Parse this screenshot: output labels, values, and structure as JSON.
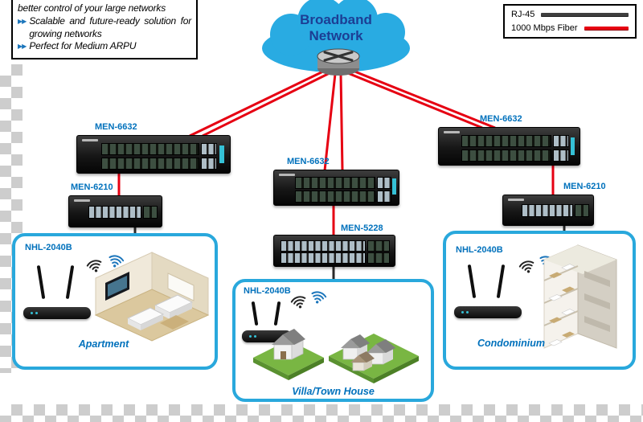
{
  "features": {
    "items": [
      {
        "text": "better control of your large networks"
      },
      {
        "text": "Scalable and future-ready solution for growing networks"
      },
      {
        "text": "Perfect for Medium ARPU"
      }
    ]
  },
  "icons": {
    "bullet_arrow": "▶▶"
  },
  "cloud": {
    "title": "Broadband\nNetwork"
  },
  "legend": {
    "rj45_label": "RJ-45",
    "fiber_label": "1000 Mbps Fiber"
  },
  "switches": {
    "men6632_left": "MEN-6632",
    "men6632_center": "MEN-6632",
    "men6632_right": "MEN-6632",
    "men6210_left": "MEN-6210",
    "men6210_right": "MEN-6210",
    "men5228": "MEN-5228"
  },
  "zones": {
    "apartment": {
      "model": "NHL-2040B",
      "label": "Apartment"
    },
    "villa": {
      "model": "NHL-2040B",
      "label": "Villa/Town House"
    },
    "condominium": {
      "model": "NHL-2040B",
      "label": "Condominium"
    }
  },
  "colors": {
    "cloud_blue": "#29abe2",
    "panel_border_blue": "#29a8dc",
    "label_blue": "#0071bc",
    "cloud_text_navy": "#1c3e94",
    "fiber_red": "#e60012",
    "rj45_dark": "#3f3f3f",
    "grass_green": "#79b643"
  }
}
